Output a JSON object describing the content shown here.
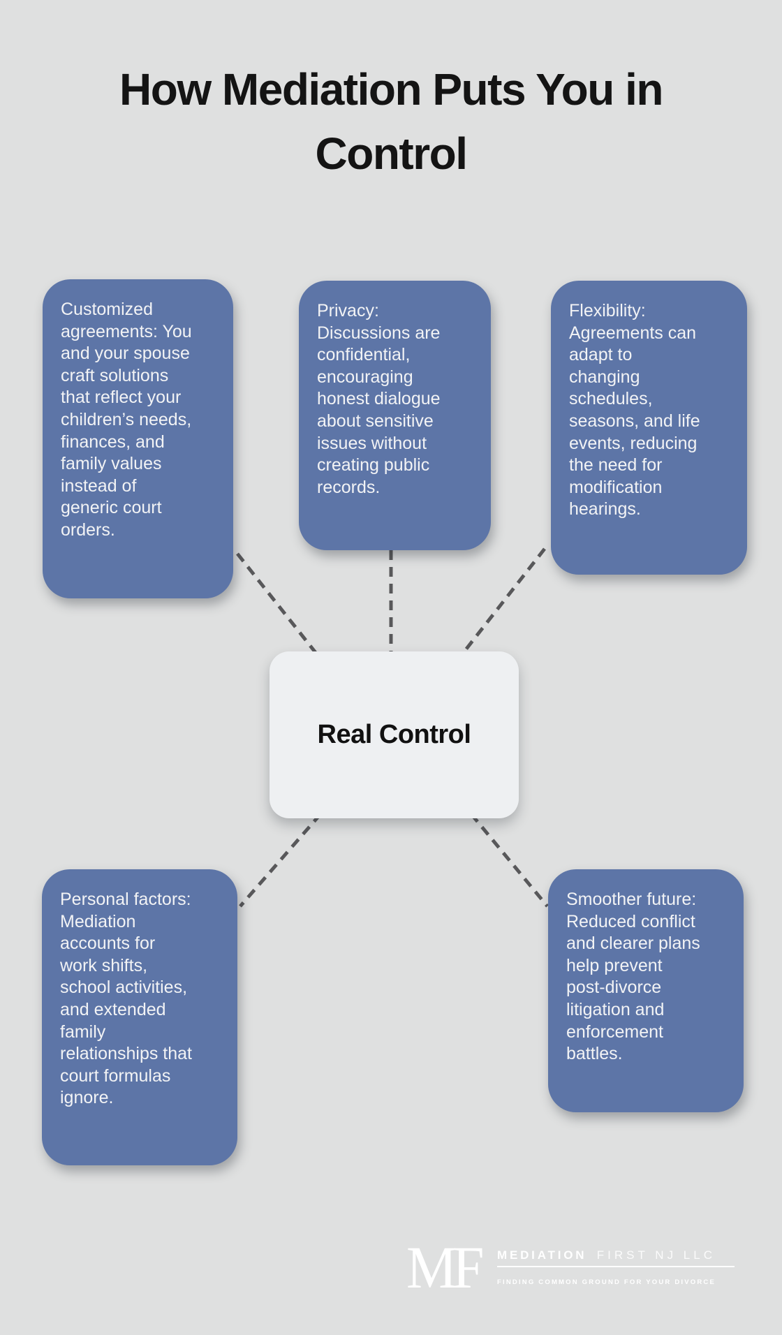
{
  "title": "How Mediation Puts You in\nControl",
  "center": {
    "label": "Real Control"
  },
  "nodes": [
    {
      "id": "customized-agreements",
      "text": "Customized\nagreements: You\nand your spouse\ncraft solutions\nthat reflect your\nchildren’s needs,\nfinances, and\nfamily values\ninstead of\ngeneric court\norders."
    },
    {
      "id": "privacy",
      "text": "Privacy:\nDiscussions are\nconfidential,\nencouraging\nhonest dialogue\nabout sensitive\nissues without\ncreating public\nrecords."
    },
    {
      "id": "flexibility",
      "text": "Flexibility:\nAgreements can\nadapt to\nchanging\nschedules,\nseasons, and life\nevents, reducing\nthe need for\nmodification\nhearings."
    },
    {
      "id": "personal-factors",
      "text": "Personal factors:\nMediation\naccounts for\nwork shifts,\nschool activities,\nand extended\nfamily\nrelationships that\ncourt formulas\nignore."
    },
    {
      "id": "smoother-future",
      "text": "Smoother future:\nReduced conflict\nand clearer plans\nhelp prevent\npost-divorce\nlitigation and\nenforcement\nbattles."
    }
  ],
  "footer": {
    "monogram": "MF",
    "brand_bold": "MEDIATION",
    "brand_light": "FIRST NJ LLC",
    "tagline": "FINDING COMMON GROUND FOR YOUR DIVORCE"
  },
  "colors": {
    "canvas_bg": "#dfe0e0",
    "title": "#141414",
    "node_blue": "#5d75a7",
    "node_text": "#f2f3f5",
    "center_bg": "#eef0f2",
    "center_text": "#111111",
    "connector": "#58585a",
    "logo": "#ffffff"
  }
}
